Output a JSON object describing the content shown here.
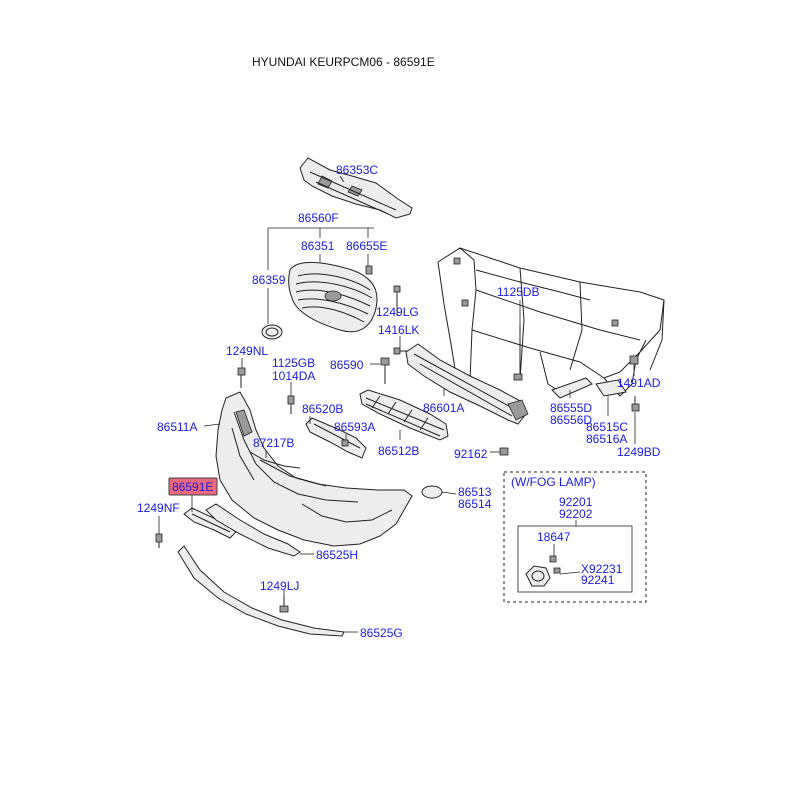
{
  "header": {
    "title": "HYUNDAI KEURPCM06 - 86591E"
  },
  "colors": {
    "label_text": "#1a1ae6",
    "highlight_fill": "#e8697a",
    "line": "#222222"
  },
  "highlighted_part": "86591E",
  "labels": {
    "p86353C": "86353C",
    "p86560F": "86560F",
    "p86351": "86351",
    "p86655E": "86655E",
    "p86359": "86359",
    "p1249LG": "1249LG",
    "p1416LK": "1416LK",
    "p1125DB": "1125DB",
    "p1249NL": "1249NL",
    "p1125GB": "1125GB",
    "p1014DA": "1014DA",
    "p86590": "86590",
    "p1491AD": "1491AD",
    "p86520B": "86520B",
    "p86511A": "86511A",
    "p86593A": "86593A",
    "p86601A": "86601A",
    "p86555D": "86555D",
    "p86556D": "86556D",
    "p86515C": "86515C",
    "p86516A": "86516A",
    "p87217B": "87217B",
    "p86512B": "86512B",
    "p92162": "92162",
    "p1249BD": "1249BD",
    "p86591E": "86591E",
    "p86513": "86513",
    "p86514": "86514",
    "p1249NF": "1249NF",
    "p86525H": "86525H",
    "p1249LJ": "1249LJ",
    "p86525G": "86525G"
  },
  "fog_lamp_box": {
    "title": "(W/FOG LAMP)",
    "p92201": "92201",
    "p92202": "92202",
    "p18647": "18647",
    "pX92231": "X92231",
    "p92241": "92241"
  }
}
